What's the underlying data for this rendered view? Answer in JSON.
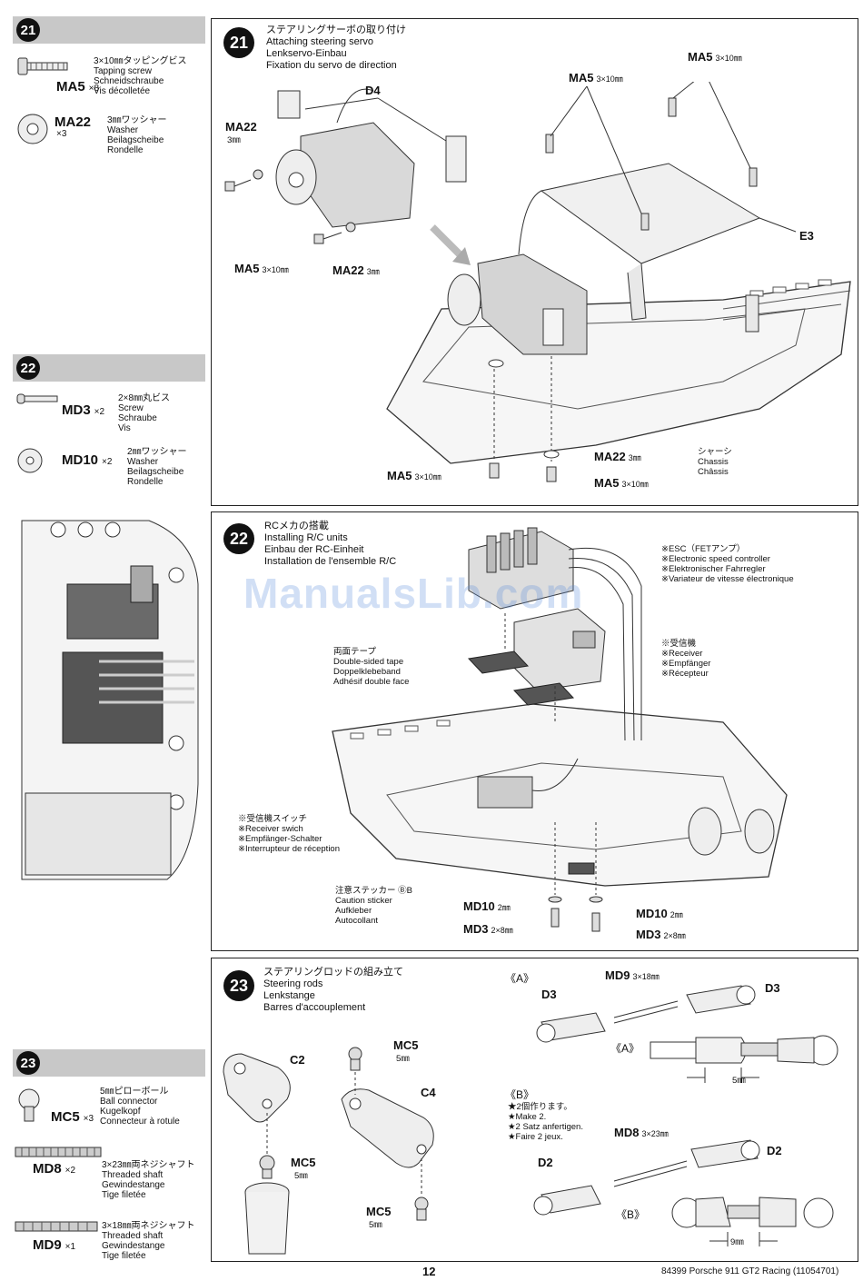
{
  "sidebar": {
    "s21": {
      "number": "21",
      "parts": [
        {
          "code": "MA5",
          "qty": "×8",
          "desc": "3×10㎜タッピングビス\nTapping screw\nSchneidschraube\nVis décolletée"
        },
        {
          "code": "MA22",
          "qty": "×3",
          "desc": "3㎜ワッシャー\nWasher\nBeilagscheibe\nRondelle"
        }
      ]
    },
    "s22": {
      "number": "22",
      "parts": [
        {
          "code": "MD3",
          "qty": "×2",
          "desc": "2×8㎜丸ビス\nScrew\nSchraube\nVis"
        },
        {
          "code": "MD10",
          "qty": "×2",
          "desc": "2㎜ワッシャー\nWasher\nBeilagscheibe\nRondelle"
        }
      ]
    },
    "s23": {
      "number": "23",
      "parts": [
        {
          "code": "MC5",
          "qty": "×3",
          "desc": "5㎜ピローボール\nBall connector\nKugelkopf\nConnecteur à rotule"
        },
        {
          "code": "MD8",
          "qty": "×2",
          "desc": "3×23㎜両ネジシャフト\nThreaded shaft\nGewindestange\nTige filetée"
        },
        {
          "code": "MD9",
          "qty": "×1",
          "desc": "3×18㎜両ネジシャフト\nThreaded shaft\nGewindestange\nTige filetée"
        }
      ]
    }
  },
  "step21": {
    "number": "21",
    "title": "ステアリングサーボの取り付け\nAttaching steering servo\nLenkservo-Einbau\nFixation du servo de direction",
    "labels": {
      "d4": "D4",
      "ma22a": "MA22",
      "ma22a_size": "3㎜",
      "ma5a": "MA5",
      "ma5a_size": "3×10㎜",
      "ma22b": "MA22",
      "ma22b_size": "3㎜",
      "ma5b": "MA5",
      "ma5b_size": "3×10㎜",
      "ma5c": "MA5",
      "ma5c_size": "3×10㎜",
      "e3": "E3",
      "ma22c": "MA22",
      "ma22c_size": "3㎜",
      "ma5d": "MA5",
      "ma5d_size": "3×10㎜",
      "ma5e": "MA5",
      "ma5e_size": "3×10㎜",
      "chassis": "シャーシ\nChassis\nChâssis"
    }
  },
  "step22": {
    "number": "22",
    "title": "RCメカの搭載\nInstalling R/C units\nEinbau der RC-Einheit\nInstallation de l'ensemble R/C",
    "esc": "※ESC（FETアンプ）\n※Electronic speed controller\n※Elektronischer Fahrregler\n※Variateur de vitesse électronique",
    "tape": "両面テープ\nDouble-sided tape\nDoppelklebeband\nAdhésif double face",
    "receiver": "※受信機\n※Receiver\n※Empfänger\n※Récepteur",
    "switch": "※受信機スイッチ\n※Receiver swich\n※Empfänger-Schalter\n※Interrupteur de réception",
    "sticker": "注意ステッカー ⒷB\nCaution sticker\nAufkleber\nAutocollant",
    "labels": {
      "md10a": "MD10",
      "md10a_size": "2㎜",
      "md3a": "MD3",
      "md3a_size": "2×8㎜",
      "md10b": "MD10",
      "md10b_size": "2㎜",
      "md3b": "MD3",
      "md3b_size": "2×8㎜"
    }
  },
  "step23": {
    "number": "23",
    "title": "ステアリングロッドの組み立て\nSteering rods\nLenkstange\nBarres d'accouplement",
    "labels": {
      "c2": "C2",
      "mc5a": "MC5",
      "mc5a_size": "5㎜",
      "c4": "C4",
      "mc5b": "MC5",
      "mc5b_size": "5㎜",
      "mc5c": "MC5",
      "mc5c_size": "5㎜",
      "a1": "《A》",
      "md9": "MD9",
      "md9_size": "3×18㎜",
      "d3a": "D3",
      "d3b": "D3",
      "a2": "《A》",
      "dim5": "5㎜",
      "b1": "《B》",
      "b_note": "★2個作ります。\n★Make 2.\n★2 Satz anfertigen.\n★Faire 2 jeux.",
      "md8": "MD8",
      "md8_size": "3×23㎜",
      "d2a": "D2",
      "d2b": "D2",
      "b2": "《B》",
      "dim9": "9㎜"
    }
  },
  "watermark": "ManualsLib.com",
  "footer": {
    "page": "12",
    "model": "84399 Porsche 911 GT2 Racing (11054701)"
  }
}
